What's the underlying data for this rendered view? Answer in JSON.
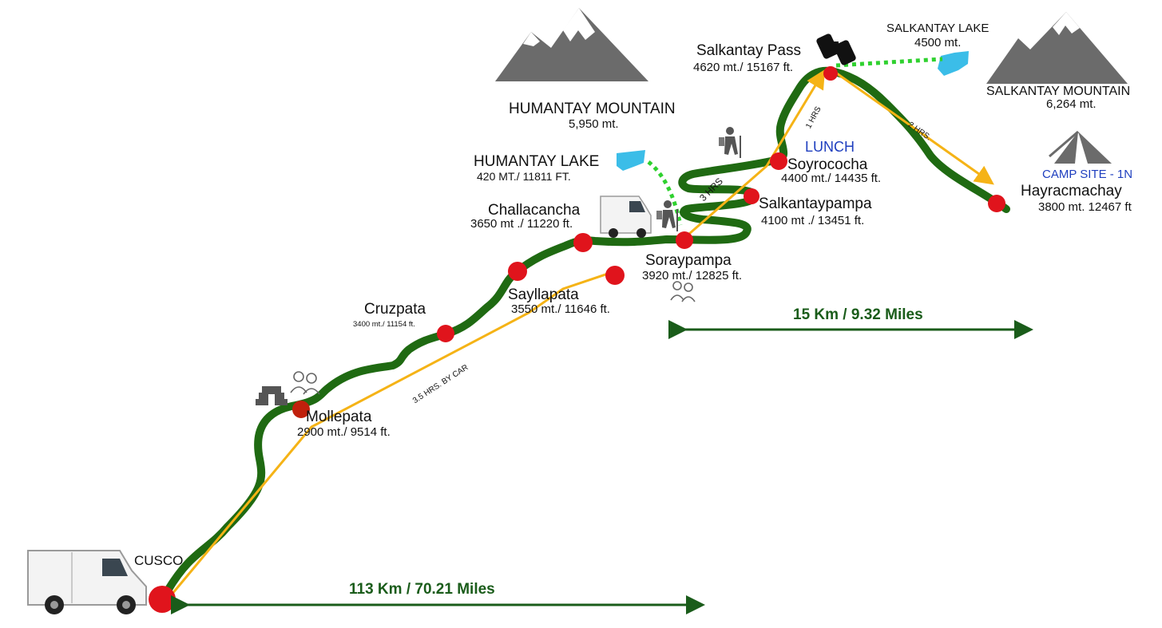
{
  "places": {
    "cusco": {
      "name": "CUSCO"
    },
    "mollepata": {
      "name": "Mollepata",
      "alt": "2900 mt./ 9514 ft."
    },
    "cruzpata": {
      "name": "Cruzpata",
      "alt": "3400 mt./ 11154 ft."
    },
    "sayllapata": {
      "name": "Sayllapata",
      "alt": "3550 mt./ 11646 ft."
    },
    "challacancha": {
      "name": "Challacancha",
      "alt": "3650 mt ./ 11220 ft."
    },
    "soraypampa": {
      "name": "Soraypampa",
      "alt": "3920 mt./ 12825 ft."
    },
    "salkantaypampa": {
      "name": "Salkantaypampa",
      "alt": "4100 mt ./ 13451 ft."
    },
    "soyrococha": {
      "name": "Soyrococha",
      "alt": "4400 mt./ 14435 ft.",
      "note": "LUNCH"
    },
    "salkantay_pass": {
      "name": "Salkantay Pass",
      "alt": "4620 mt./ 15167 ft."
    },
    "hayracmachay": {
      "name": "Hayracmachay",
      "alt": "3800 mt. 12467 ft",
      "note": "CAMP SITE -  1N"
    },
    "humantay_lake": {
      "name": "HUMANTAY LAKE",
      "alt": "420 MT./ 11811 FT."
    },
    "humantay_mountain": {
      "name": "HUMANTAY MOUNTAIN",
      "alt": "5,950 mt."
    },
    "salkantay_lake": {
      "name": "SALKANTAY LAKE",
      "alt": "4500 mt."
    },
    "salkantay_mountain": {
      "name": "SALKANTAY MOUNTAIN",
      "alt": "6,264 mt."
    }
  },
  "segments": {
    "car": "3.5 HRS. BY CAR",
    "hike_3": "3 HRS",
    "hike_1": "1 HRS",
    "hike_2": "2 HRS."
  },
  "distances": {
    "drive": "113 Km / 70.21 Miles",
    "trek": "15 Km / 9.32 Miles"
  },
  "colors": {
    "trail": "#1f6a12",
    "route": "#f5b316",
    "stop": "#e0141c",
    "lake": "#3bbde8",
    "mountain": "#6b6b6b",
    "detour": "#2fd12f",
    "distance": "#1a5c1a"
  },
  "icons": [
    "van-icon",
    "mountain-icon",
    "lake-icon",
    "hiker-icon",
    "tourists-icon",
    "ruins-icon",
    "binoculars-icon",
    "tent-icon"
  ]
}
